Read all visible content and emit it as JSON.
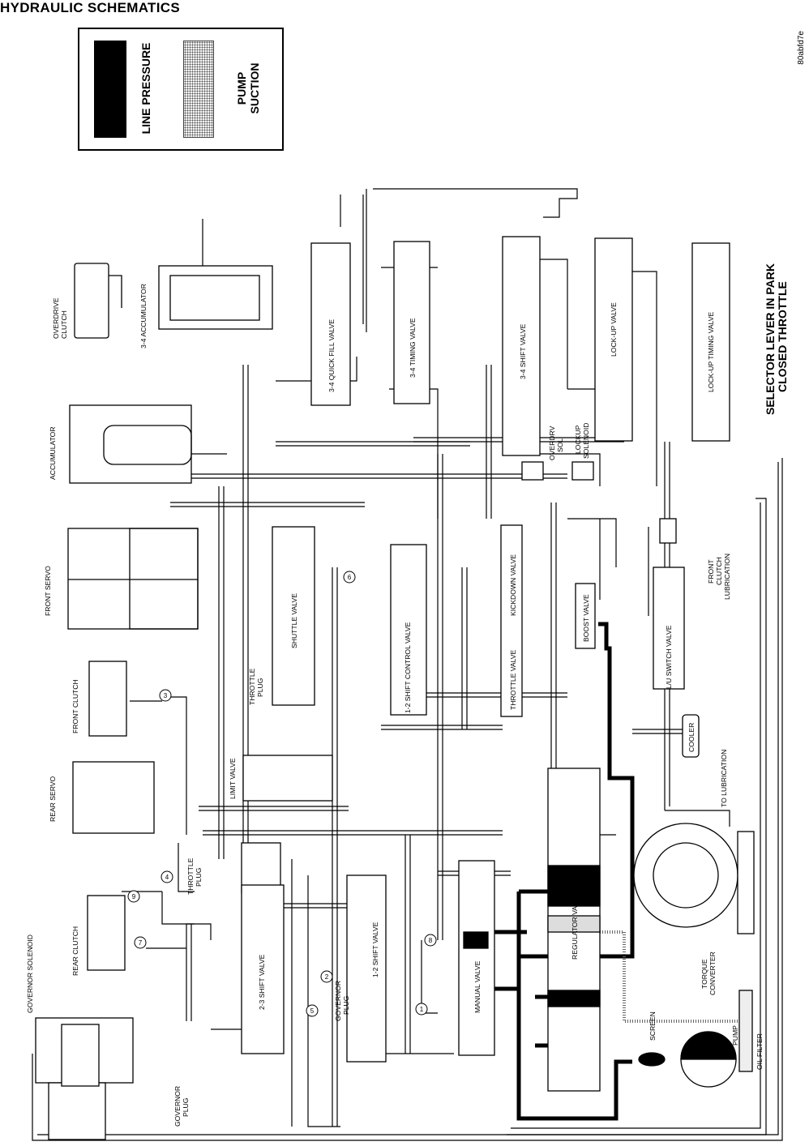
{
  "header": {
    "title": "HYDRAULIC SCHEMATICS"
  },
  "figure_id": "80abfd7e",
  "legend": {
    "line_pressure": "LINE PRESSURE",
    "pump_suction_1": "PUMP",
    "pump_suction_2": "SUCTION"
  },
  "status": {
    "line1": "SELECTOR LEVER IN PARK",
    "line2": "CLOSED THROTTLE"
  },
  "labels": {
    "overdrive_clutch_1": "OVERDRIVE",
    "overdrive_clutch_2": "CLUTCH",
    "accumulator_34": "3-4 ACCUMULATOR",
    "accumulator": "ACCUMULATOR",
    "front_servo": "FRONT SERVO",
    "front_clutch": "FRONT CLUTCH",
    "rear_servo": "REAR SERVO",
    "rear_clutch": "REAR CLUTCH",
    "governor_solenoid": "GOVERNOR SOLENOID",
    "governor_plug_left_1": "GOVERNOR",
    "governor_plug_left_2": "PLUG",
    "governor_plug_mid_1": "GOVERNOR",
    "governor_plug_mid_2": "PLUG",
    "throttle_plug_upper_1": "THROTTLE",
    "throttle_plug_upper_2": "PLUG",
    "throttle_plug_lower_1": "THROTTLE",
    "throttle_plug_lower_2": "PLUG",
    "limit_valve": "LIMIT VALVE",
    "shuttle_valve": "SHUTTLE VALVE",
    "shift_control_12": "1-2 SHIFT CONTROL VALVE",
    "shift_valve_23": "2-3 SHIFT VALVE",
    "shift_valve_12": "1-2 SHIFT VALVE",
    "manual_valve": "MANUAL VALVE",
    "quick_fill_34": "3-4 QUICK FILL VALVE",
    "timing_34": "3-4 TIMING VALVE",
    "shift_34": "3-4 SHIFT VALVE",
    "overdrv_sol_1": "OVERDRV",
    "overdrv_sol_2": "SOL",
    "lockup_solenoid_1": "LOCKUP",
    "lockup_solenoid_2": "SOLENOID",
    "lockup_valve": "LOCK-UP VALVE",
    "lockup_timing": "LOCK-UP TIMING VALVE",
    "kickdown_valve": "KICKDOWN VALVE",
    "throttle_valve": "THROTTLE VALVE",
    "boost_valve": "BOOST VALVE",
    "lu_switch": "L/U SWITCH VALVE",
    "front_clutch_lub_1": "FRONT",
    "front_clutch_lub_2": "CLUTCH",
    "front_clutch_lub_3": "LUBRICATION",
    "cooler": "COOLER",
    "to_lubrication": "TO LUBRICATION",
    "regulator_valve": "REGULATOR VALVE",
    "torque_converter_1": "TORQUE",
    "torque_converter_2": "CONVERTER",
    "screen": "SCREEN",
    "pump": "PUMP",
    "oil_filter": "OIL FILTER"
  },
  "check_balls": [
    "1",
    "2",
    "3",
    "4",
    "5",
    "6",
    "7",
    "8",
    "9"
  ]
}
